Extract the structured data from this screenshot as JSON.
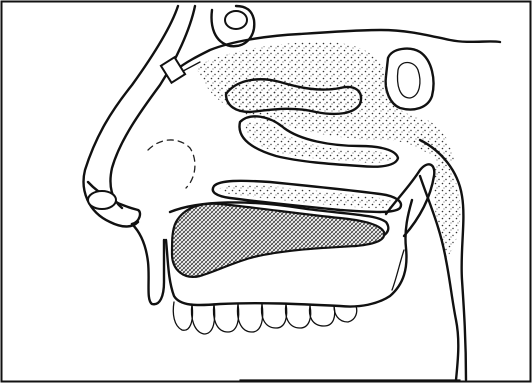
{
  "figure": {
    "subject": "nasal-cavity-and-oral-cavity-sagittal-section",
    "style": "black line drawing with stippled shading",
    "colors": {
      "ink": "#111111",
      "paper": "#ffffff",
      "stipple": "#444444"
    },
    "icons": [
      "tongue-shape",
      "palate-shape",
      "teeth-shape",
      "turbinate-shape",
      "sinus-shape"
    ]
  }
}
